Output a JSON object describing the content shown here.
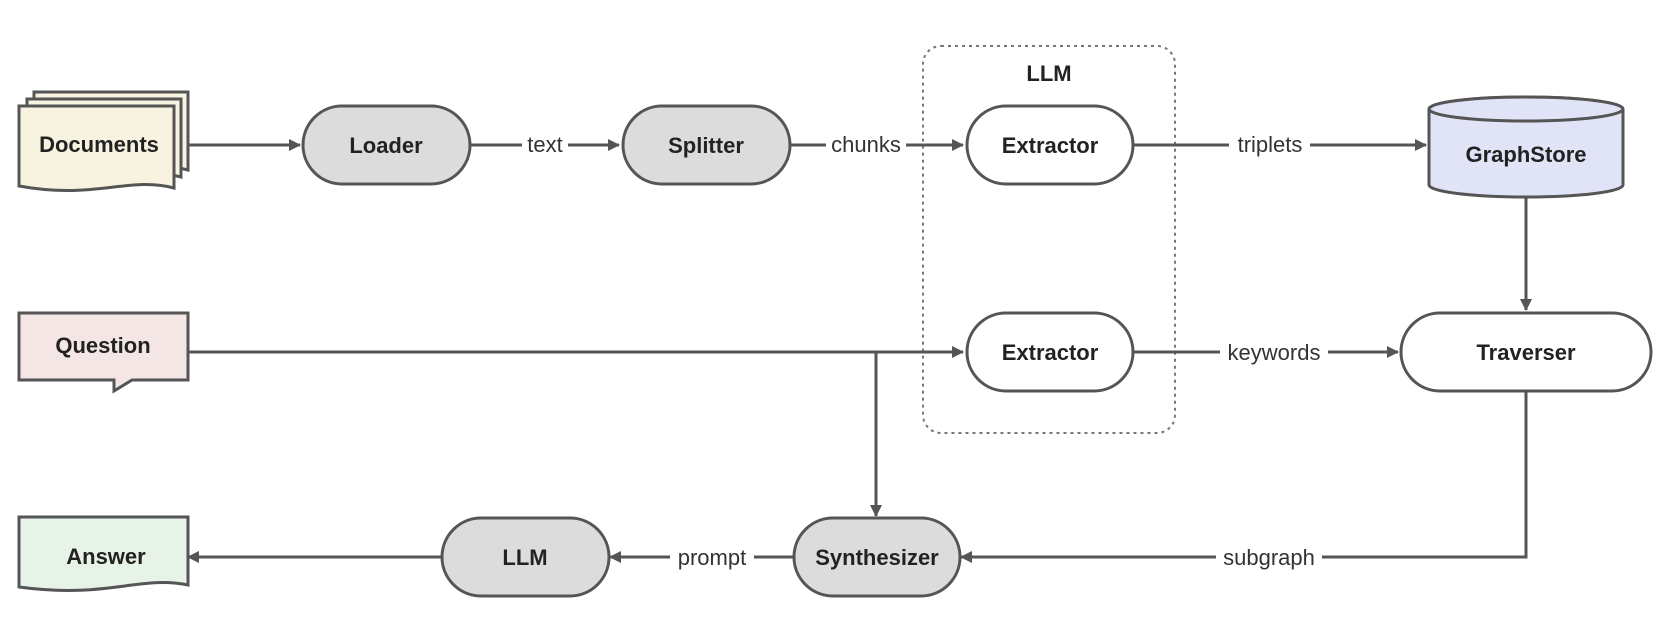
{
  "diagram": {
    "group": {
      "label": "LLM"
    },
    "nodes": {
      "documents": {
        "label": "Documents",
        "fill": "#f8f3e1"
      },
      "loader": {
        "label": "Loader",
        "fill": "#dcdcdc"
      },
      "splitter": {
        "label": "Splitter",
        "fill": "#dcdcdc"
      },
      "extractor_top": {
        "label": "Extractor",
        "fill": "#ffffff"
      },
      "graphstore": {
        "label": "GraphStore",
        "fill": "#e1e4f6"
      },
      "question": {
        "label": "Question",
        "fill": "#f5e6e6"
      },
      "extractor_bottom": {
        "label": "Extractor",
        "fill": "#ffffff"
      },
      "traverser": {
        "label": "Traverser",
        "fill": "#ffffff"
      },
      "answer": {
        "label": "Answer",
        "fill": "#e6f3e6"
      },
      "llm": {
        "label": "LLM",
        "fill": "#dcdcdc"
      },
      "synthesizer": {
        "label": "Synthesizer",
        "fill": "#dcdcdc"
      }
    },
    "edges": {
      "loader_splitter": "text",
      "splitter_extractor": "chunks",
      "extractor_graphstore": "triplets",
      "extractor_traverser": "keywords",
      "traverser_synthesizer": "subgraph",
      "synthesizer_llm": "prompt"
    },
    "colors": {
      "stroke": "#555555",
      "text": "#222222"
    }
  }
}
